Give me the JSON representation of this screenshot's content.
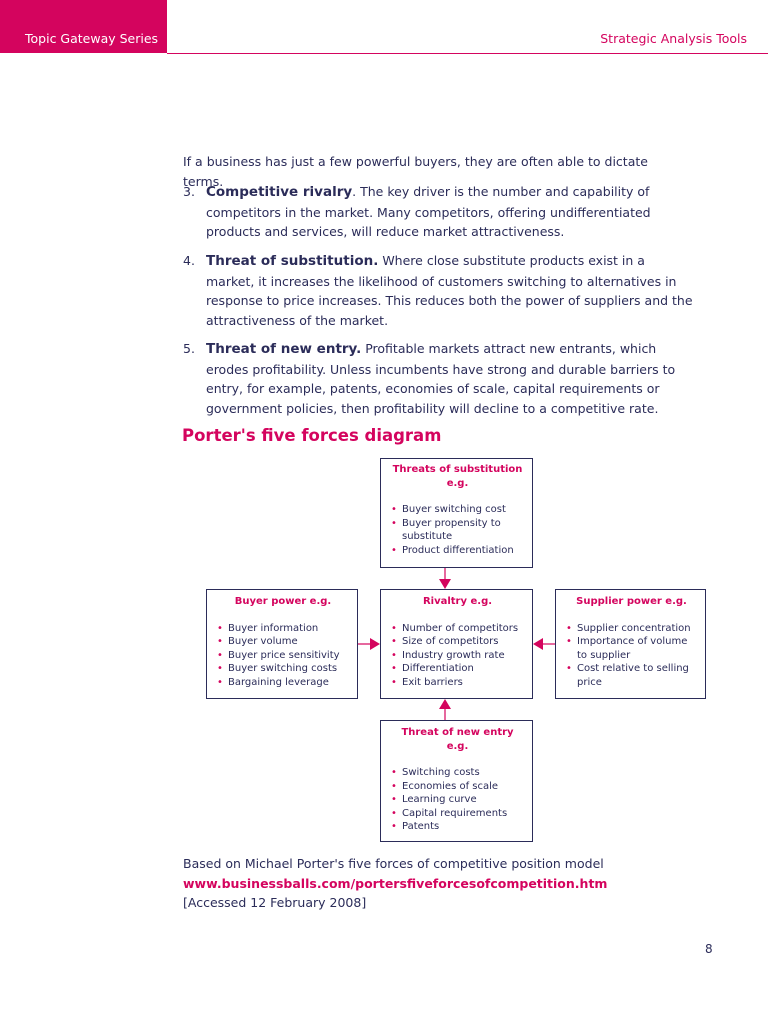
{
  "header": {
    "series": "Topic Gateway Series",
    "title": "Strategic Analysis Tools"
  },
  "intro": "If a business has just a few powerful buyers, they are often able to dictate terms.",
  "items": [
    {
      "num": "3.",
      "heading": "Competitive rivalry",
      "text": ". The key driver is the number and capability of competitors in the market. Many competitors, offering undifferentiated products and services, will reduce market attractiveness."
    },
    {
      "num": "4.",
      "heading": "Threat of substitution.",
      "text": " Where close substitute products exist in a market, it increases the likelihood of customers switching to alternatives in response to price increases. This reduces both the power of suppliers and the attractiveness of the market."
    },
    {
      "num": "5.",
      "heading": "Threat of new entry.",
      "text": " Profitable markets attract new entrants, which erodes profitability. Unless incumbents have strong and durable barriers to entry, for example, patents, economies of scale, capital requirements or government policies, then profitability will decline to a competitive rate."
    }
  ],
  "section_title": "Porter's five forces diagram",
  "diagram": {
    "top": {
      "title": "Threats of substitution e.g.",
      "bullets": [
        "Buyer switching cost",
        "Buyer propensity to substitute",
        "Product differentiation"
      ]
    },
    "left": {
      "title": "Buyer power e.g.",
      "bullets": [
        "Buyer information",
        "Buyer volume",
        "Buyer price sensitivity",
        "Buyer switching costs",
        "Bargaining leverage"
      ]
    },
    "middle": {
      "title": "Rivaltry e.g.",
      "bullets": [
        "Number of competitors",
        "Size of competitors",
        "Industry growth rate",
        "Differentiation",
        "Exit barriers"
      ]
    },
    "right": {
      "title": "Supplier power e.g.",
      "bullets": [
        "Supplier concentration",
        "Importance of volume to supplier",
        "Cost relative to selling price"
      ]
    },
    "bottom": {
      "title": "Threat of new entry e.g.",
      "bullets": [
        "Switching costs",
        "Economies of scale",
        "Learning curve",
        "Capital requirements",
        "Patents"
      ]
    },
    "arrow_color": "#d4045e"
  },
  "source": {
    "line1": "Based on Michael Porter's five forces of competitive position model",
    "link": "www.businessballs.com/portersfiveforcesofcompetition.htm",
    "accessed": "[Accessed 12 February 2008]"
  },
  "page_number": "8",
  "colors": {
    "accent": "#d4045e",
    "text": "#2b2c59"
  }
}
